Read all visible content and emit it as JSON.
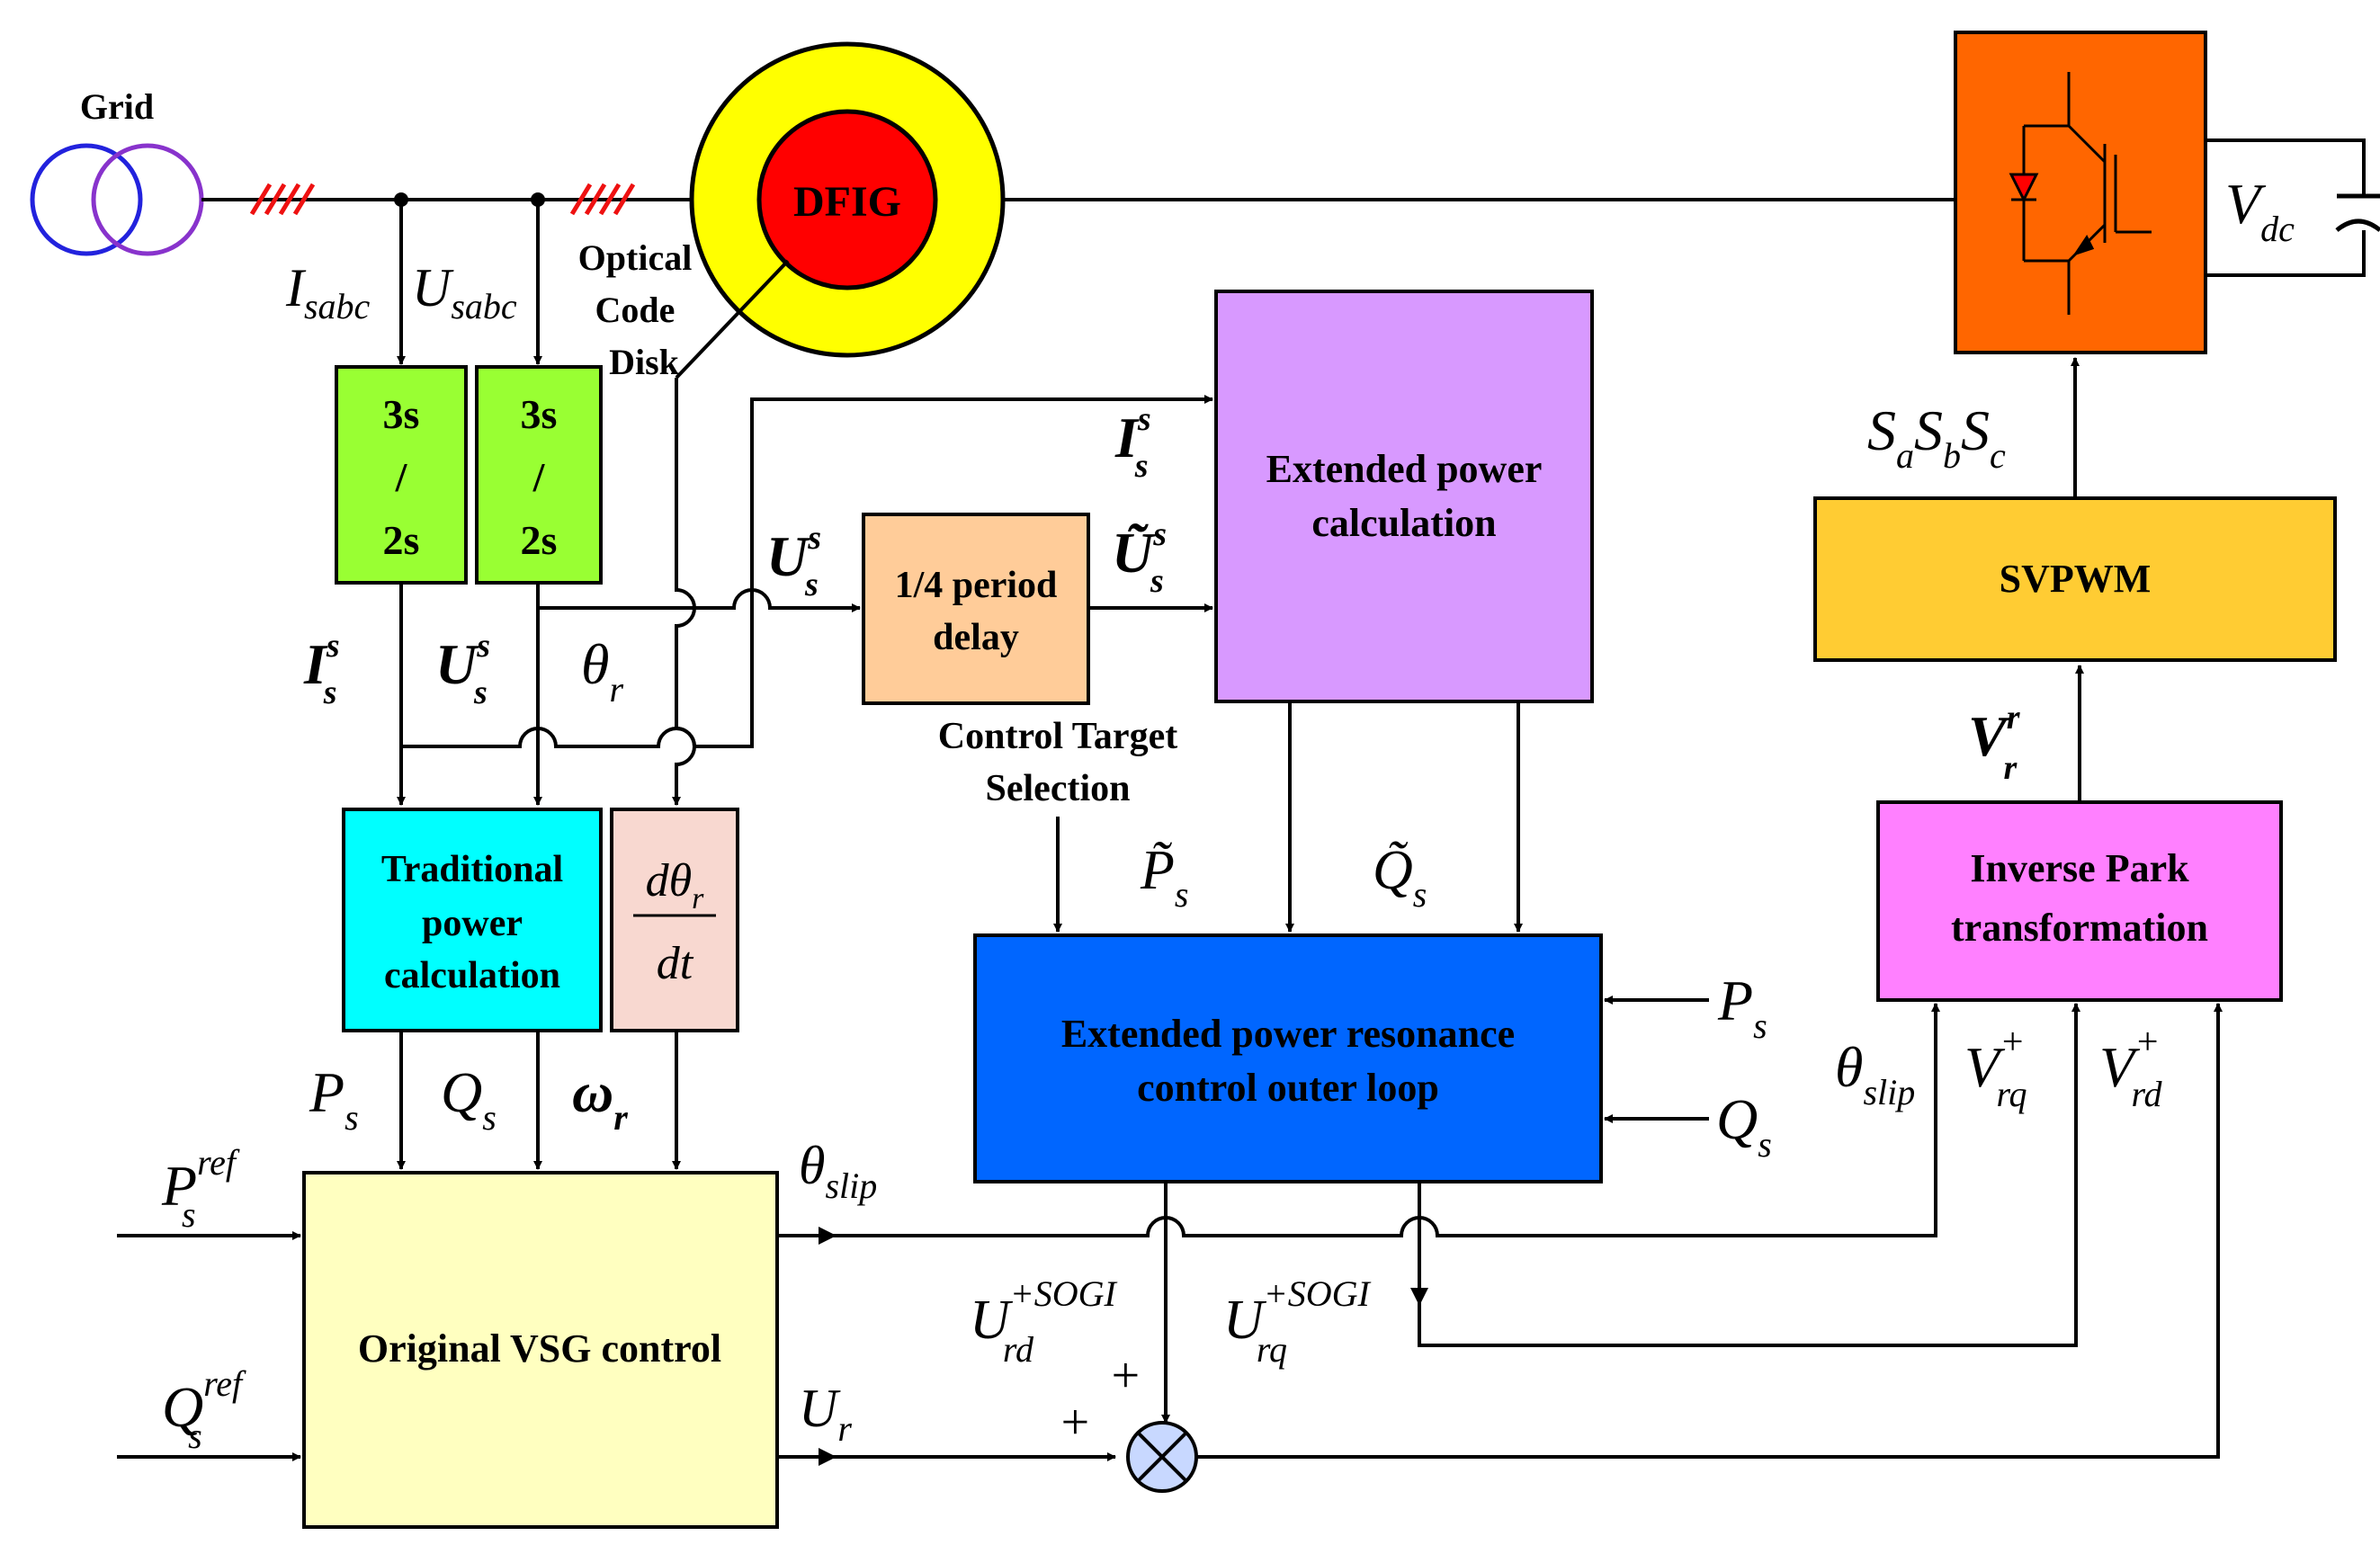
{
  "grid": {
    "label": "Grid"
  },
  "dfig": {
    "label": "DFIG"
  },
  "optical": {
    "line1": "Optical",
    "line2": "Code",
    "line3": "Disk"
  },
  "meas": {
    "i": "I",
    "i_sub": "sabc",
    "u": "U",
    "u_sub": "sabc"
  },
  "tf1": {
    "line1": "3s",
    "line2": "/",
    "line3": "2s"
  },
  "tf2": {
    "line1": "3s",
    "line2": "/",
    "line3": "2s"
  },
  "out": {
    "is": "I",
    "is_sup": "s",
    "is_sub": "s",
    "us": "U",
    "us_sup": "s",
    "us_sub": "s",
    "theta": "θ",
    "theta_sub": "r"
  },
  "ext_in": {
    "is": "I",
    "is_sup": "s",
    "is_sub": "s",
    "us": "U",
    "us_sup": "s",
    "us_sub": "s",
    "us_tilde": "Ũ",
    "ust_sup": "s",
    "ust_sub": "s"
  },
  "delay": {
    "line1": "1/4  period",
    "line2": "delay"
  },
  "extended_power": {
    "line1": "Extended power",
    "line2": "calculation"
  },
  "control_target": {
    "line1": "Control Target",
    "line2": "Selection"
  },
  "ptilde": {
    "p": "P̃",
    "p_sub": "s",
    "q": "Q̃",
    "q_sub": "s"
  },
  "resonance": {
    "line1": "Extended power resonance",
    "line2": "control outer loop"
  },
  "ps_in": {
    "p": "P",
    "p_sub": "s",
    "q": "Q",
    "q_sub": "s"
  },
  "traditional": {
    "line1": "Traditional",
    "line2": "power",
    "line3": "calculation"
  },
  "deriv": {
    "num": "dθ",
    "num_sub": "r",
    "den": "dt"
  },
  "vsg_in": {
    "ps": "P",
    "ps_sub": "s",
    "qs": "Q",
    "qs_sub": "s",
    "wr": "ω",
    "wr_sub": "r",
    "pref": "P",
    "pref_sup": "ref",
    "pref_sub": "s",
    "qref": "Q",
    "qref_sup": "ref",
    "qref_sub": "s"
  },
  "vsg": {
    "label": "Original VSG control"
  },
  "vsg_out": {
    "theta": "θ",
    "theta_sub": "slip",
    "ur": "U",
    "ur_sub": "r"
  },
  "sogi": {
    "urd": "U",
    "urd_sup": "+SOGI",
    "urd_sub": "rd",
    "urq": "U",
    "urq_sup": "+SOGI",
    "urq_sub": "rq",
    "plus1": "+",
    "plus2": "+"
  },
  "park_in": {
    "theta": "θ",
    "theta_sub": "slip",
    "vrq": "V",
    "vrq_sup": "+",
    "vrq_sub": "rq",
    "vrd": "V",
    "vrd_sup": "+",
    "vrd_sub": "rd"
  },
  "inverse_park": {
    "line1": "Inverse Park",
    "line2": "transformation"
  },
  "vr": {
    "v": "V",
    "v_sup": "r",
    "v_sub": "r"
  },
  "svpwm": {
    "label": "SVPWM"
  },
  "switches": {
    "sa": "S",
    "sa_sub": "a",
    "sb": "S",
    "sb_sub": "b",
    "sc": "S",
    "sc_sub": "c"
  },
  "vdc": {
    "v": "V",
    "v_sub": "dc"
  },
  "colors": {
    "converter": "#ff6600",
    "svpwm": "#ffcc33",
    "park": "#ff80ff",
    "ext_power": "#d899ff",
    "resonance": "#0066ff",
    "traditional": "#00ffff",
    "deriv": "#f8d8d0",
    "vsg": "#ffffc0",
    "tf": "#99ff33",
    "delay": "#ffcc99",
    "dfig_outer": "#ffff00",
    "dfig_inner": "#ff0000",
    "grid": "#2222dd",
    "hash": "#ee1111"
  }
}
